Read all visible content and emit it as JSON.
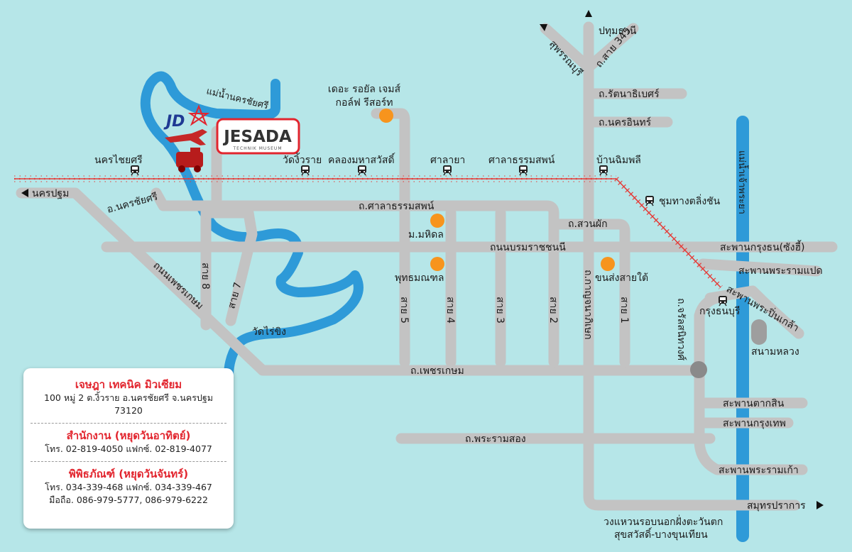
{
  "colors": {
    "background": "#b6e6e8",
    "road": "#c3c3c3",
    "river": "#2e9ad8",
    "railway": "#e53935",
    "landmark": "#f7941d",
    "accent_red": "#e2252e"
  },
  "logo": {
    "jesada": "JESADA",
    "jesada_sub": "TECHNIK MUSEUM",
    "jd": "JD"
  },
  "labels": {
    "pathum_thani": "ปทุมธานี",
    "suphanburi": "สุพรรณบุรี",
    "road_345": "ถ.สาย 345",
    "rattanathibet": "ถ.รัตนาธิเบศร์",
    "nakhon_in": "ถ.นครอินทร์",
    "royal_gems": "เดอะ รอยัล เจมส์",
    "royal_gems_2": "กอล์ฟ รีสอร์ท",
    "river_nakhon_chai_si": "แม่น้ำนครชัยศรี",
    "river_chao_phraya": "แม่น้ำเจ้าพระยา",
    "nakhon_chai_si": "นครไชยศรี",
    "wat_ngio_rai": "วัดงิ้วราย",
    "khlong_maha_sawat": "คลองมหาสวัสดิ์",
    "sala_ya": "ศาลายา",
    "sala_thammasop": "ศาลาธรรมสพน์",
    "ban_chimphli": "บ้านฉิมพลี",
    "taling_chan": "ชุมทางตลิ่งชัน",
    "nakhon_pathom": "นครปฐม",
    "amphoe_nakhon_chai_si": "อ.นครชัยศรี",
    "road_sala_thammasop": "ถ.ศาลาธรรมสพน์",
    "mahidol": "ม.มหิดล",
    "suan_phak": "ถ.สวนผัก",
    "borommaratchachonnani": "ถนนบรมราชชนนี",
    "phutthamonthon": "พุทธมณฑล",
    "southern_bus": "ขนส่งสายใต้",
    "kanchanaphisek": "ถ.กาญจนาภิเษก",
    "road_phetkasem_diag": "ถนนเพชรเกษม",
    "soi_8": "สาย 8",
    "soi_7": "สาย 7",
    "soi_5": "สาย 5",
    "soi_4": "สาย 4",
    "soi_3": "สาย 3",
    "soi_2": "สาย 2",
    "soi_1": "สาย 1",
    "wat_rai_khing": "วัดไร่ขิง",
    "phetkasem": "ถ.เพชรเกษม",
    "rama2": "ถ.พระรามสอง",
    "charan": "ถ.จรัลสนิทวงศ์",
    "thonburi": "กรุงธนบุรี",
    "sanam_luang": "สนามหลวง",
    "krungthon_bridge": "สะพานกรุงธน(ซังฮี้)",
    "rama8_bridge": "สะพานพระรามแปด",
    "pinklao_bridge": "สะพานพระปิ่นเกล้า",
    "taksin_bridge": "สะพานตากสิน",
    "krungthep_bridge": "สะพานกรุงเทพ",
    "rama9_bridge": "สะพานพระรามเก้า",
    "samut_prakan": "สมุทรปราการ",
    "outer_ring": "วงแหวนรอบนอกฝั่งตะวันตก",
    "outer_ring_2": "สุขสวัสดิ์-บางขุนเทียน"
  },
  "info": {
    "museum_name": "เจษฎา เทคนิค มิวเซียม",
    "museum_address": "100 หมู่ 2 ต.งิ้วราย อ.นครชัยศรี จ.นครปฐม 73120",
    "office_title": "สำนักงาน (หยุดวันอาทิตย์)",
    "office_phone": "โทร. 02-819-4050 แฟกซ์. 02-819-4077",
    "museum_title": "พิพิธภัณฑ์ (หยุดวันจันทร์)",
    "museum_phone": "โทร. 034-339-468 แฟกซ์. 034-339-467",
    "museum_mobile": "มือถือ. 086-979-5777, 086-979-6222"
  }
}
